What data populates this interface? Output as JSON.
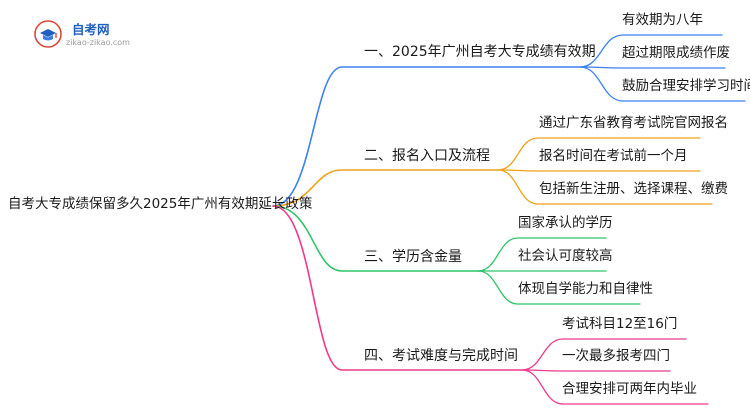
{
  "logo": {
    "title": "自考网",
    "url": "zikao-zikao.com",
    "icon": "graduation-cap-icon"
  },
  "mindmap": {
    "root": "自考大专成绩保留多久2025年广州有效期延长政策",
    "branches": [
      {
        "label": "一、2025年广州自考大专成绩有效期",
        "color": "#3b82f0",
        "children": [
          "有效期为八年",
          "超过期限成绩作废",
          "鼓励合理安排学习时间"
        ]
      },
      {
        "label": "二、报名入口及流程",
        "color": "#f0a21c",
        "children": [
          "通过广东省教育考试院官网报名",
          "报名时间在考试前一个月",
          "包括新生注册、选择课程、缴费"
        ]
      },
      {
        "label": "三、学历含金量",
        "color": "#2ec46a",
        "children": [
          "国家承认的学历",
          "社会认可度较高",
          "体现自学能力和自律性"
        ]
      },
      {
        "label": "四、考试难度与完成时间",
        "color": "#ee3a8c",
        "children": [
          "考试科目12至16门",
          "一次最多报考四门",
          "合理安排可两年内毕业"
        ]
      }
    ]
  }
}
